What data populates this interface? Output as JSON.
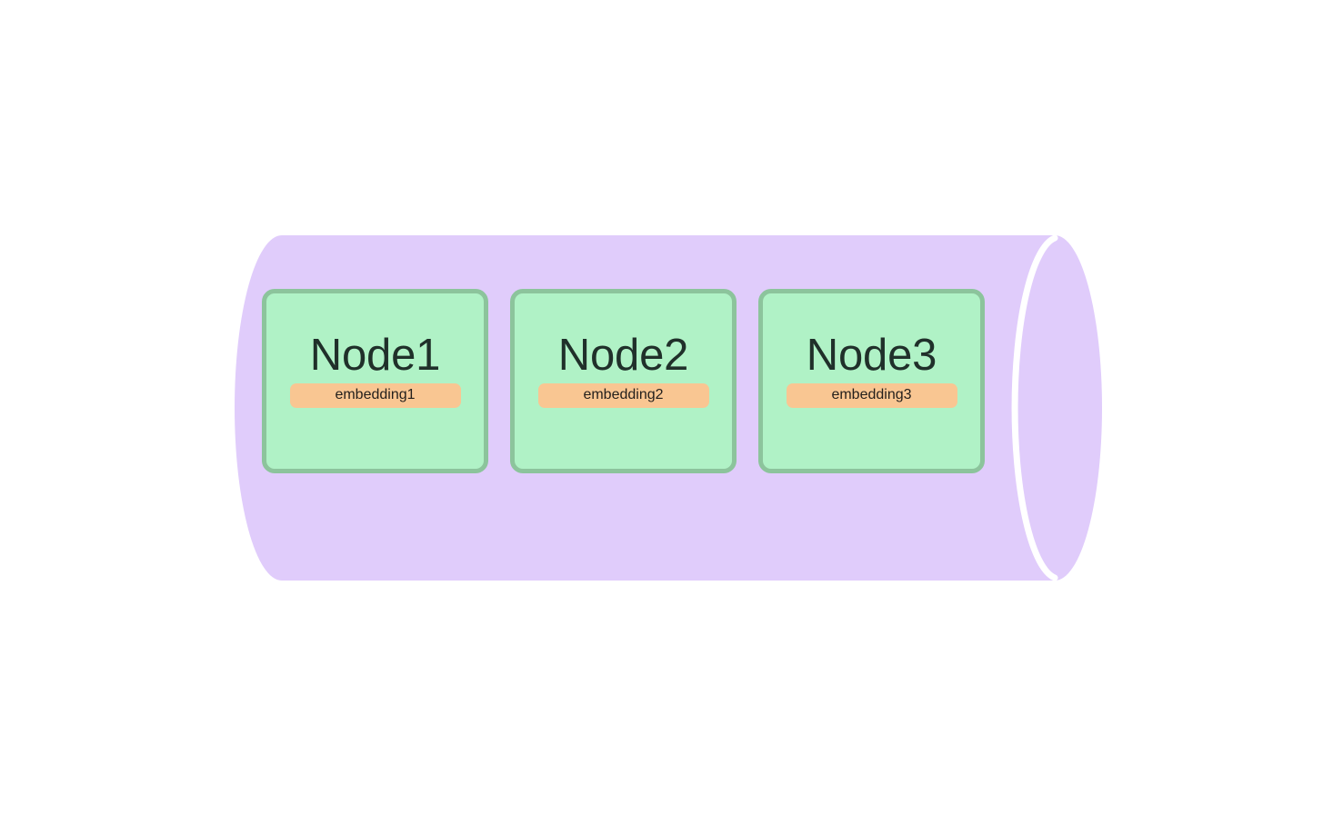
{
  "diagram": {
    "type": "cylinder-container-with-nodes",
    "container": {
      "name": "vector-store-cylinder",
      "shape": "cylinder",
      "fill_color": "#e0ccfb",
      "cap_line_color": "#ffffff",
      "label": ""
    },
    "nodes": [
      {
        "id": "node1",
        "title": "Node1",
        "embedding_label": "embedding1",
        "fill_color": "#b0f2c6",
        "border_color": "#8cc49c",
        "badge_color": "#f9c692",
        "text_color": "#20302a"
      },
      {
        "id": "node2",
        "title": "Node2",
        "embedding_label": "embedding2",
        "fill_color": "#b0f2c6",
        "border_color": "#8cc49c",
        "badge_color": "#f9c692",
        "text_color": "#20302a"
      },
      {
        "id": "node3",
        "title": "Node3",
        "embedding_label": "embedding3",
        "fill_color": "#b0f2c6",
        "border_color": "#8cc49c",
        "badge_color": "#f9c692",
        "text_color": "#20302a"
      }
    ],
    "background_color": "#ffffff"
  }
}
